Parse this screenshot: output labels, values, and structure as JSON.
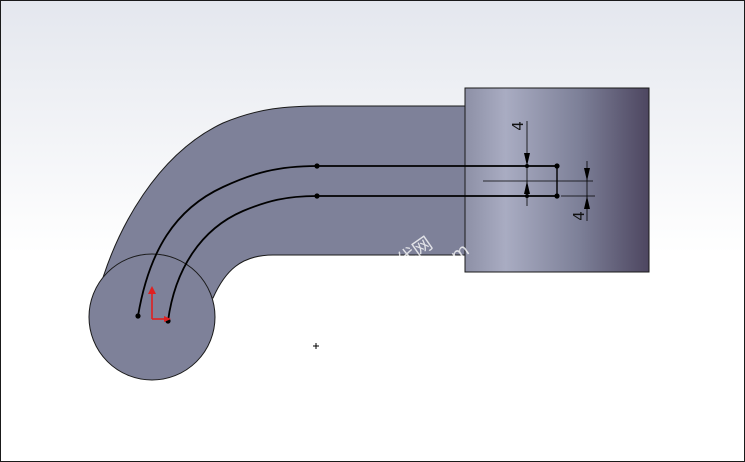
{
  "viewport": {
    "background_top": "#e4e7ee",
    "background_bottom": "#ffffff"
  },
  "model": {
    "body_color": "#7e8199",
    "body_edge_color": "#1a1a1a",
    "box_gradient": [
      "#8d90a6",
      "#a9acc2",
      "#7d8098",
      "#4d4660"
    ]
  },
  "sketch": {
    "path_color": "#000000",
    "origin_color": "#e02020"
  },
  "dimensions": [
    {
      "name": "top-dimension",
      "value": "4"
    },
    {
      "name": "bottom-dimension",
      "value": "4"
    }
  ],
  "watermark": {
    "line1": "机械时代网",
    "line2": "www.jxage.com"
  }
}
